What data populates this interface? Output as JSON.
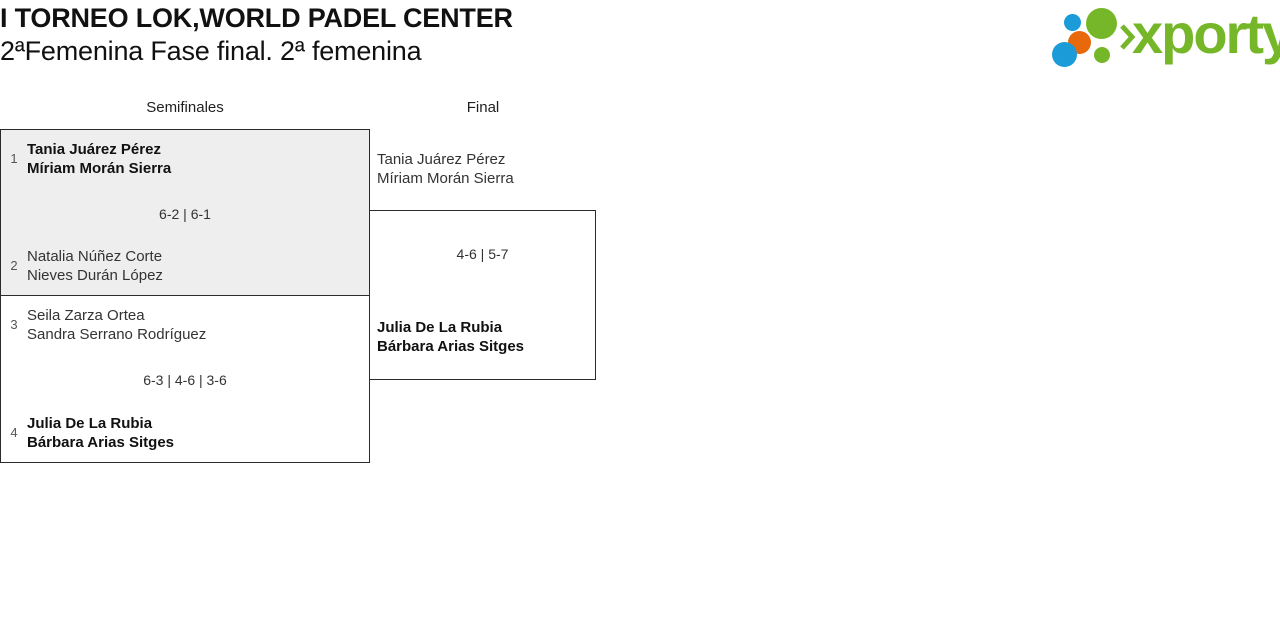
{
  "header": {
    "title_line1": "I TORNEO LOK,WORLD PADEL CENTER",
    "title_line2": "2ªFemenina Fase final. 2ª femenina",
    "logo_text": "xporty",
    "logo_colors": {
      "green": "#76b729",
      "blue": "#1b9bd8",
      "orange": "#e8690b"
    }
  },
  "rounds": [
    {
      "id": "semifinals",
      "label": "Semifinales"
    },
    {
      "id": "final",
      "label": "Final"
    }
  ],
  "bracket": {
    "semifinals": [
      {
        "id": "sf1",
        "highlighted": true,
        "score": "6-2 | 6-1",
        "teams": [
          {
            "seed": "1",
            "player1": "Tania Juárez Pérez",
            "player2": "Míriam Morán Sierra",
            "winner": true
          },
          {
            "seed": "2",
            "player1": "Natalia Núñez Corte",
            "player2": "Nieves Durán López",
            "winner": false
          }
        ]
      },
      {
        "id": "sf2",
        "highlighted": false,
        "score": "6-3 | 4-6 | 3-6",
        "teams": [
          {
            "seed": "3",
            "player1": "Seila Zarza Ortea",
            "player2": "Sandra Serrano Rodríguez",
            "winner": false
          },
          {
            "seed": "4",
            "player1": "Julia De La Rubia",
            "player2": "Bárbara Arias Sitges",
            "winner": true
          }
        ]
      }
    ],
    "final": {
      "id": "final-match",
      "score": "4-6 | 5-7",
      "teams": [
        {
          "player1": "Tania Juárez Pérez",
          "player2": "Míriam Morán Sierra",
          "winner": false
        },
        {
          "player1": "Julia De La Rubia",
          "player2": "Bárbara Arias Sitges",
          "winner": true
        }
      ]
    }
  }
}
